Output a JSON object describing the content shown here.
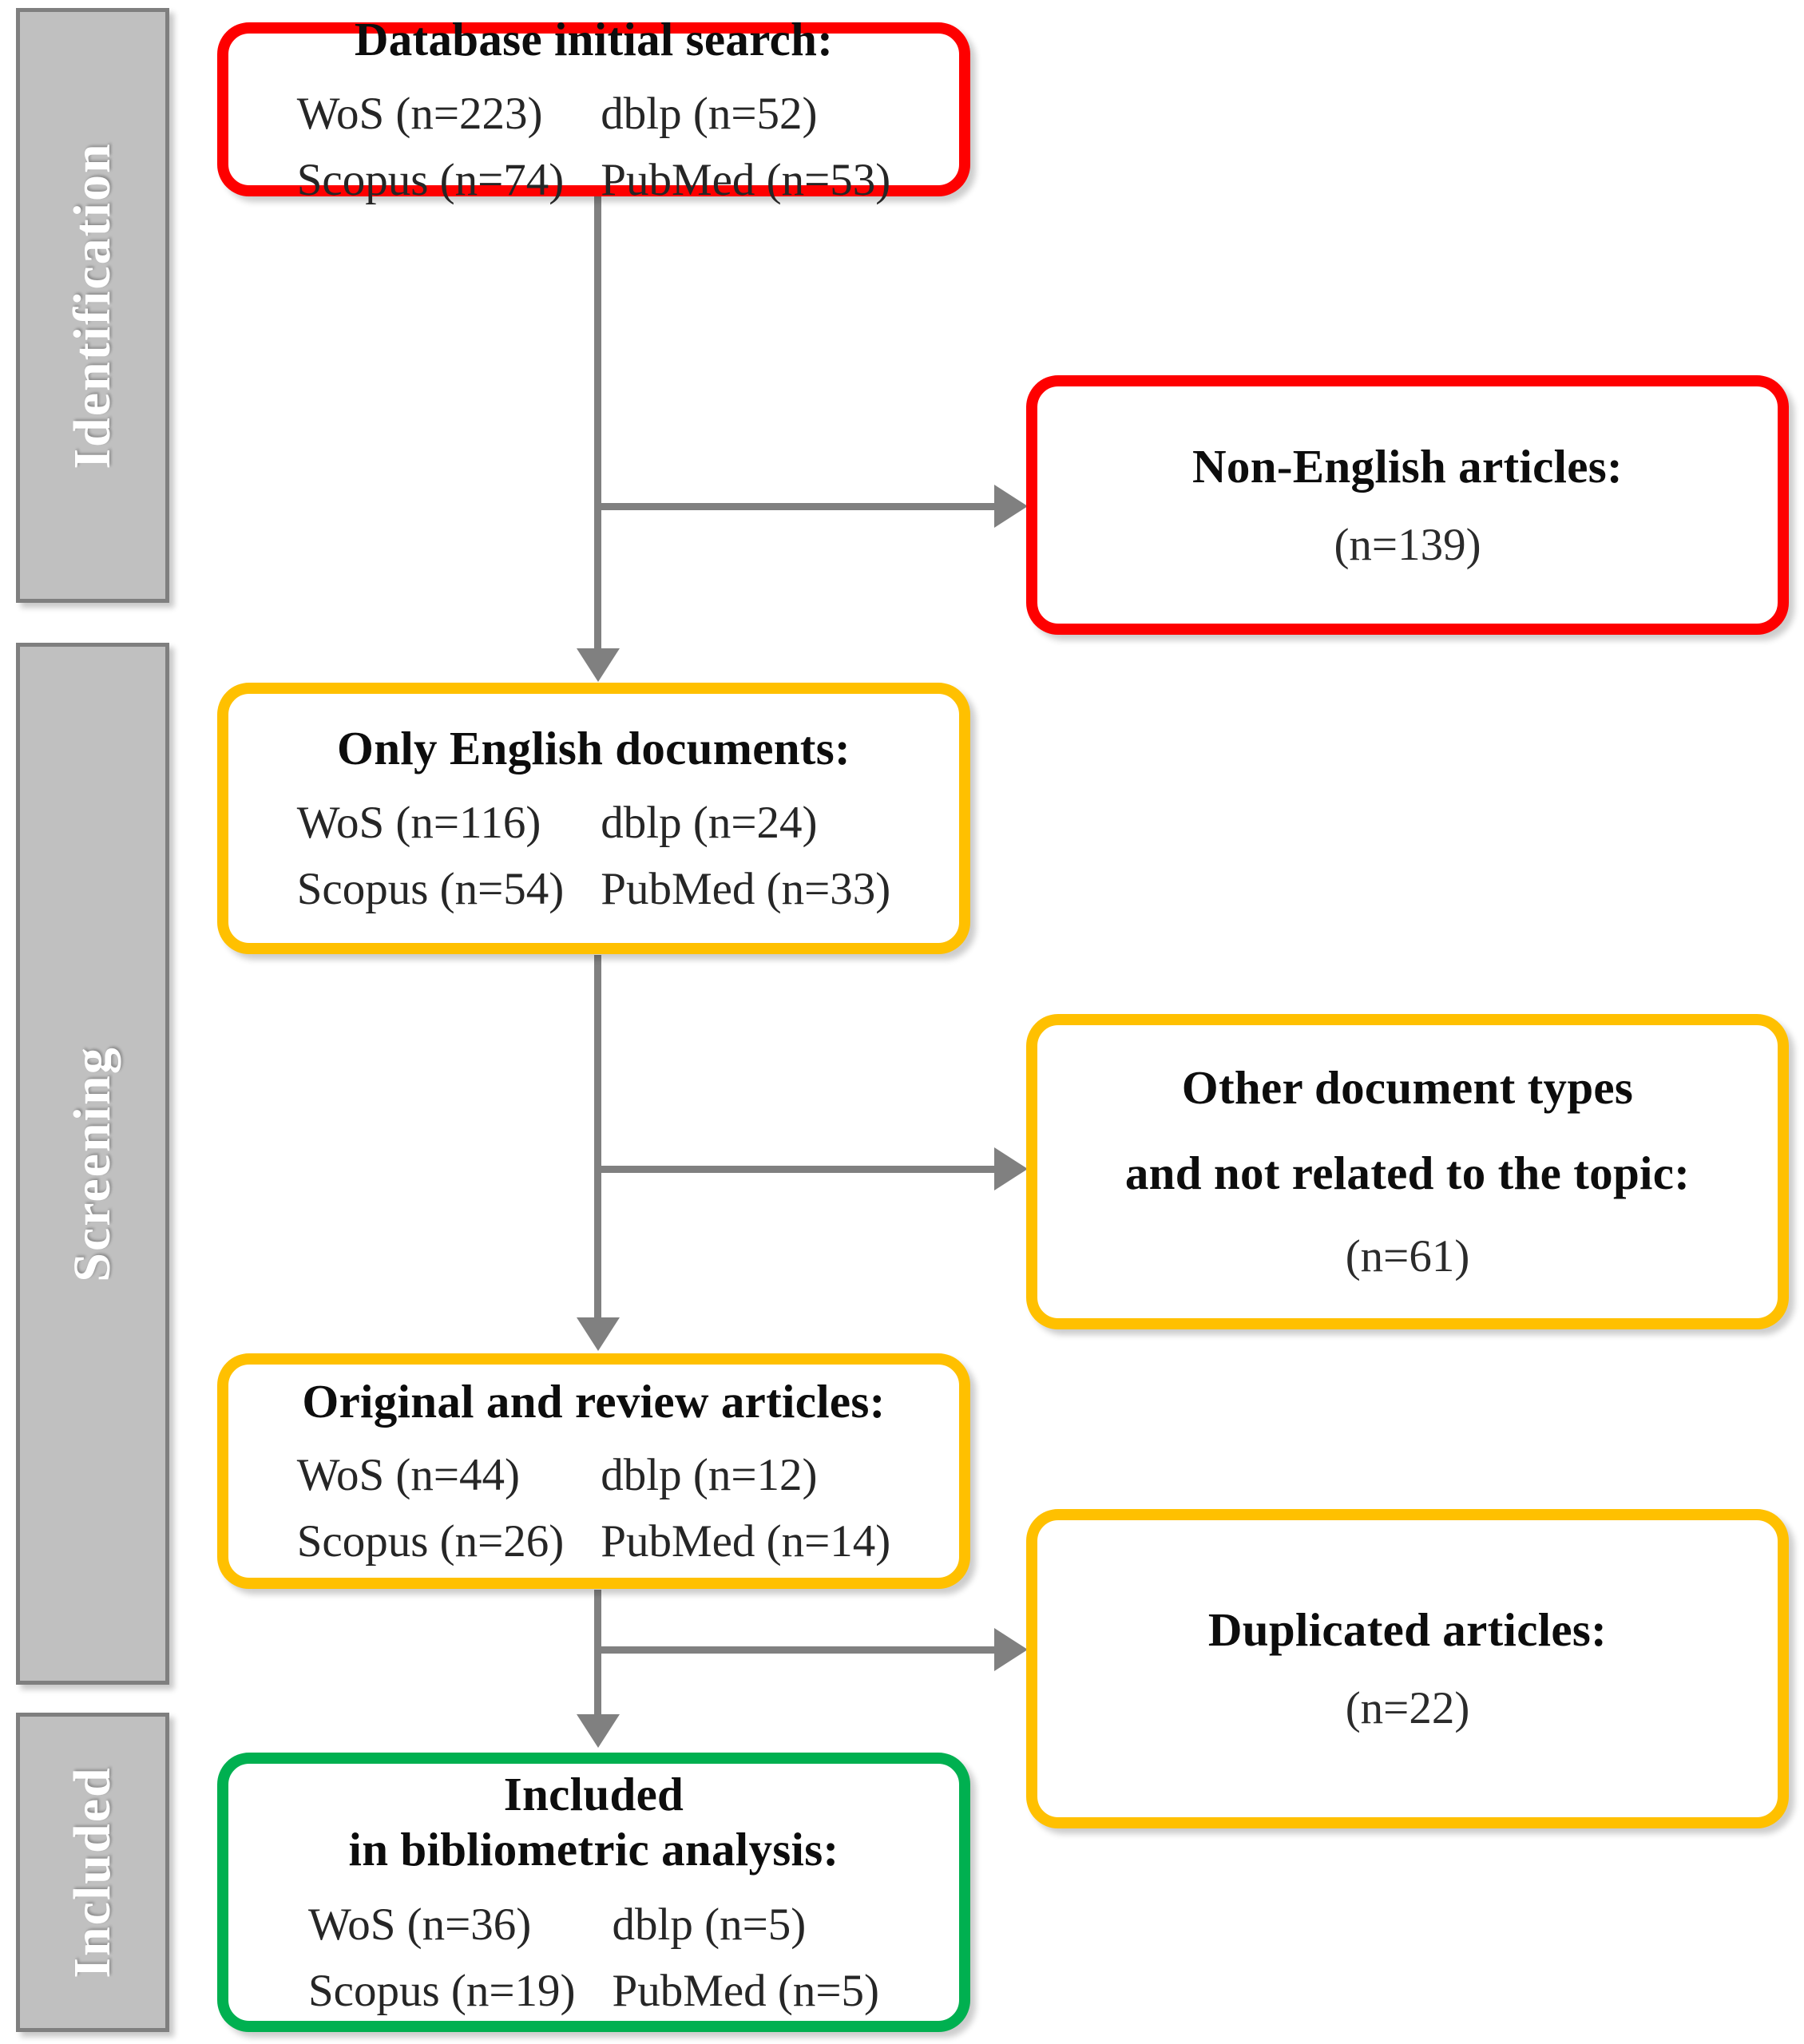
{
  "diagram": {
    "type": "prisma-flow-diagram",
    "colors": {
      "identification_stage": "#fe0000",
      "screening_stage": "#ffc000",
      "included_stage": "#00b050",
      "stage_band": "#c0c0c0",
      "stage_band_border": "#7f7f7f",
      "connector": "#808080",
      "text": "#0d0d0d"
    }
  },
  "stages": [
    {
      "id": "identification",
      "label": "Identification"
    },
    {
      "id": "screening",
      "label": "Screening"
    },
    {
      "id": "included",
      "label": "Included"
    }
  ],
  "boxes": {
    "initial_search": {
      "title": "Database initial search:",
      "counts": [
        {
          "source": "WoS",
          "text": "WoS (n=223)",
          "n": 223
        },
        {
          "source": "dblp",
          "text": "dblp (n=52)",
          "n": 52
        },
        {
          "source": "Scopus",
          "text": "Scopus (n=74)",
          "n": 74
        },
        {
          "source": "PubMed",
          "text": "PubMed (n=53)",
          "n": 53
        }
      ]
    },
    "non_english": {
      "title": "Non-English articles:",
      "count_text": "(n=139)",
      "n": 139
    },
    "english_docs": {
      "title": "Only English documents:",
      "counts": [
        {
          "source": "WoS",
          "text": "WoS (n=116)",
          "n": 116
        },
        {
          "source": "dblp",
          "text": "dblp (n=24)",
          "n": 24
        },
        {
          "source": "Scopus",
          "text": "Scopus (n=54)",
          "n": 54
        },
        {
          "source": "PubMed",
          "text": "PubMed (n=33)",
          "n": 33
        }
      ]
    },
    "other_types": {
      "title_line1": "Other document types",
      "title_line2": "and not related to the topic:",
      "count_text": "(n=61)",
      "n": 61
    },
    "original_review": {
      "title": "Original and review articles:",
      "counts": [
        {
          "source": "WoS",
          "text": "WoS (n=44)",
          "n": 44
        },
        {
          "source": "dblp",
          "text": "dblp (n=12)",
          "n": 12
        },
        {
          "source": "Scopus",
          "text": "Scopus (n=26)",
          "n": 26
        },
        {
          "source": "PubMed",
          "text": "PubMed (n=14)",
          "n": 14
        }
      ]
    },
    "duplicated": {
      "title": "Duplicated articles:",
      "count_text": "(n=22)",
      "n": 22
    },
    "included": {
      "title_line1": "Included",
      "title_line2": "in bibliometric analysis:",
      "counts": [
        {
          "source": "WoS",
          "text": "WoS (n=36)",
          "n": 36
        },
        {
          "source": "dblp",
          "text": "dblp (n=5)",
          "n": 5
        },
        {
          "source": "Scopus",
          "text": "Scopus (n=19)",
          "n": 19
        },
        {
          "source": "PubMed",
          "text": "PubMed (n=5)",
          "n": 5
        }
      ]
    }
  }
}
